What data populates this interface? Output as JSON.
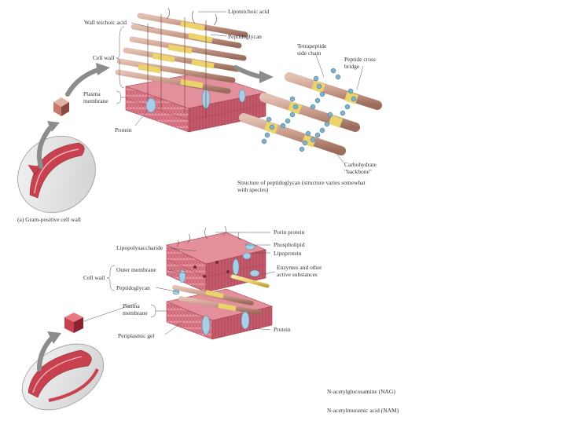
{
  "top": {
    "labels": {
      "wall_teichoic_acid": "Wall teichoic acid",
      "lipoteichoic_acid": "Lipoteichoic acid",
      "peptidoglycan": "Peptidoglycan",
      "cell_wall": "Cell wall",
      "plasma_membrane": "Plasma membrane",
      "protein": "Protein",
      "tetrapeptide_side_chain": "Tetrapeptide side chain",
      "peptide_cross_bridge": "Peptide cross bridge",
      "carbohydrate_backbone": "Carbohydrate \"backbone\""
    },
    "structure_caption": "Structure of peptidoglycan (structure varies somewhat with species)",
    "panel_caption": "(a) Gram-positive cell wall"
  },
  "bottom": {
    "labels": {
      "porin_protein": "Porin protein",
      "lipopolysaccharide": "Lipopolysaccharide",
      "phospholipid": "Phospholipid",
      "lipoprotein": "Lipoprotein",
      "cell_wall": "Cell wall",
      "outer_membrane": "Outer membrane",
      "enzymes": "Enzymes and other active substances",
      "peptidoglycan": "Peptidoglycan",
      "plasma_membrane": "Plasma membrane",
      "periplasmic_gel": "Periplasmic gel",
      "protein": "Protein"
    }
  },
  "legend": {
    "nag": "N-acetylglucosamine (NAG)",
    "nam": "N-acetylmuramic acid (NAM)"
  },
  "colors": {
    "nag": "#c89a88",
    "nam": "#ecd46c",
    "membrane": "#d46a7a",
    "protein": "#a9cfe6",
    "arrow": "#888888",
    "cell_red": "#c8414f"
  }
}
